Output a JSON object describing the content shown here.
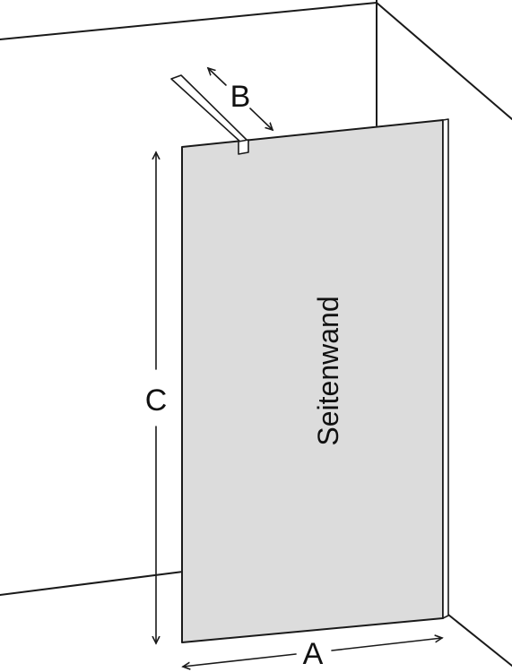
{
  "panel": {
    "label": "Seitenwand",
    "fill": "#dcdcdc",
    "edge": "#1a1a1a"
  },
  "dimensions": {
    "width_label": "A",
    "depth_label": "B",
    "height_label": "C"
  },
  "colors": {
    "line": "#1a1a1a",
    "background": "#ffffff"
  }
}
